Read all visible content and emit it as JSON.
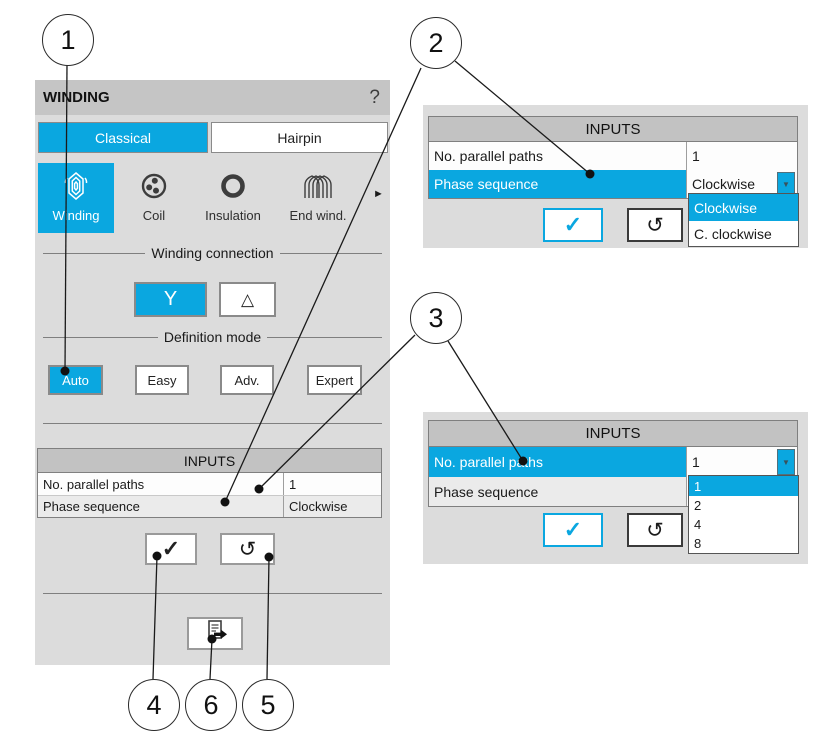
{
  "colors": {
    "accent": "#0aa7e0"
  },
  "callouts": {
    "c1": "1",
    "c2": "2",
    "c3": "3",
    "c4": "4",
    "c5": "5",
    "c6": "6"
  },
  "winding_panel": {
    "title": "WINDING",
    "help_label": "?",
    "tabs": {
      "classical": "Classical",
      "hairpin": "Hairpin"
    },
    "toolbar": {
      "winding": "Winding",
      "coil": "Coil",
      "insulation": "Insulation",
      "end_winding": "End wind.",
      "more_arrow": "►"
    },
    "connection": {
      "label": "Winding connection",
      "star": "Y",
      "delta": "△"
    },
    "definition": {
      "label": "Definition mode",
      "auto": "Auto",
      "easy": "Easy",
      "adv": "Adv.",
      "expert": "Expert"
    },
    "inputs": {
      "title": "INPUTS",
      "row1_label": "No. parallel paths",
      "row1_value": "1",
      "row2_label": "Phase sequence",
      "row2_value": "Clockwise"
    },
    "apply_glyph": "✓",
    "reset_glyph": "↺"
  },
  "phase_panel": {
    "inputs_title": "INPUTS",
    "row1_label": "No. parallel paths",
    "row1_value": "1",
    "row2_label": "Phase sequence",
    "row2_value": "Clockwise",
    "dropdown_arrow": "▼",
    "dropdown": {
      "item1": "Clockwise",
      "item2": "C. clockwise"
    },
    "apply_glyph": "✓",
    "reset_glyph": "↺"
  },
  "paths_panel": {
    "inputs_title": "INPUTS",
    "row1_label": "No. parallel paths",
    "row1_value": "1",
    "row2_label": "Phase sequence",
    "dropdown_arrow": "▼",
    "dropdown": {
      "item1": "1",
      "item2": "2",
      "item3": "4",
      "item4": "8"
    },
    "apply_glyph": "✓",
    "reset_glyph": "↺"
  }
}
